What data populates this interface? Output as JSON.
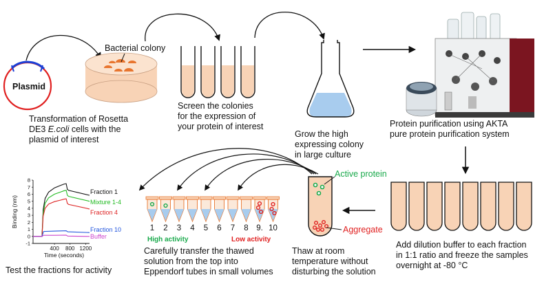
{
  "colors": {
    "peach": "#f8d3b6",
    "orange": "#e8752e",
    "liquid_blue": "#a8ccee",
    "plasmid_red": "#e02020",
    "plasmid_blue": "#1a3fd6",
    "active_green": "#19a94b",
    "aggregate_red": "#e02020"
  },
  "steps": {
    "plasmid": {
      "label": "Plasmid"
    },
    "transformation": {
      "line1": "Transformation of Rosetta",
      "line2_pre": "DE3 ",
      "line2_em": "E.coli",
      "line2_post": " cells with the",
      "line3": "plasmid of interest"
    },
    "colony": {
      "label": "Bacterial colony"
    },
    "screen": {
      "line1": "Screen the colonies",
      "line2": "for the expression of",
      "line3": "your protein of interest"
    },
    "grow": {
      "line1": "Grow the high",
      "line2": "expressing colony",
      "line3": "in large culture"
    },
    "purification": {
      "line1": "Protein purification using AKTA",
      "line2": "pure protein purification system"
    },
    "dilution": {
      "line1": "Add dilution buffer to each fraction",
      "line2": "in 1:1 ratio and freeze the samples",
      "line3": "overnight at -80 °C"
    },
    "thaw": {
      "line1": "Thaw at room",
      "line2": "temperature without",
      "line3": "disturbing the solution",
      "active_label": "Active protein",
      "aggregate_label": "Aggregate"
    },
    "transfer": {
      "line1": "Carefully transfer the thawed",
      "line2": "solution from the top  into",
      "line3": "Eppendorf tubes in small volumes",
      "high_label": "High activity",
      "low_label": "Low activity",
      "tube_numbers": [
        "1",
        "2",
        "3",
        "4",
        "5",
        "6",
        "7",
        "8",
        "9.",
        "10"
      ]
    },
    "test": {
      "caption": "Test the fractions for activity"
    }
  },
  "chart_data": {
    "type": "line",
    "xlabel": "Time (seconds)",
    "ylabel": "Binding (nm)",
    "xlim": [
      -150,
      1300
    ],
    "ylim": [
      -1,
      8
    ],
    "x_ticks": [
      400,
      800,
      1200
    ],
    "y_ticks": [
      -1,
      0,
      1,
      2,
      3,
      4,
      5,
      6,
      7,
      8
    ],
    "series": [
      {
        "name": "Fraction 1",
        "color": "#111111",
        "x": [
          -150,
          80,
          110,
          160,
          250,
          400,
          550,
          650,
          700,
          730,
          760,
          1300
        ],
        "y": [
          0,
          0,
          3.8,
          5.4,
          6.3,
          6.9,
          7.25,
          7.45,
          7.5,
          6.7,
          6.55,
          5.85
        ]
      },
      {
        "name": "Mixture 1-4",
        "color": "#22bb22",
        "x": [
          -150,
          80,
          110,
          160,
          250,
          400,
          550,
          650,
          700,
          730,
          760,
          1300
        ],
        "y": [
          0,
          0,
          3.3,
          4.7,
          5.5,
          6.0,
          6.3,
          6.5,
          6.55,
          5.85,
          5.7,
          5.0
        ]
      },
      {
        "name": "Fraction 4",
        "color": "#dd2222",
        "x": [
          -150,
          80,
          110,
          160,
          250,
          400,
          550,
          650,
          700,
          730,
          760,
          1300
        ],
        "y": [
          0,
          0,
          2.9,
          4.0,
          4.6,
          4.95,
          5.15,
          5.3,
          5.35,
          4.7,
          4.55,
          3.9
        ]
      },
      {
        "name": "Fraction 10",
        "color": "#2255dd",
        "x": [
          -150,
          80,
          120,
          400,
          700,
          740,
          1300
        ],
        "y": [
          0,
          0,
          0.7,
          0.75,
          0.8,
          0.65,
          0.55
        ]
      },
      {
        "name": "Buffer",
        "color": "#cc44cc",
        "x": [
          -150,
          80,
          120,
          400,
          700,
          740,
          1300
        ],
        "y": [
          0,
          0,
          0.15,
          0.15,
          0.18,
          0.05,
          0.0
        ]
      }
    ]
  }
}
